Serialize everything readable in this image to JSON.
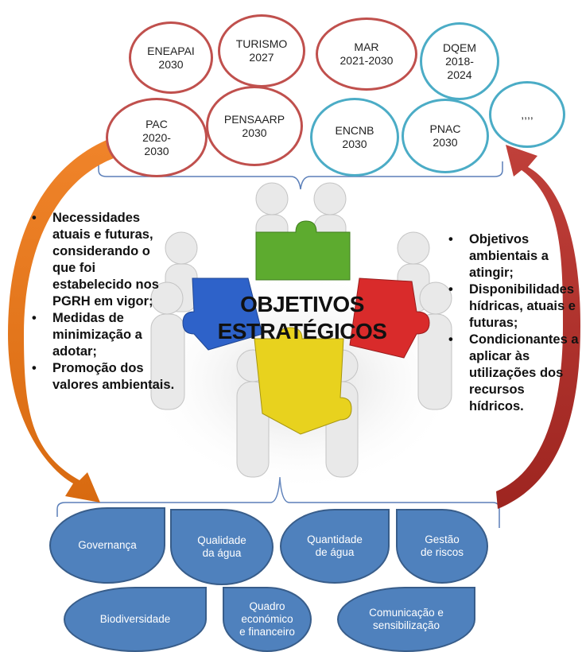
{
  "plans": {
    "eneapai": "ENEAPAI\n2030",
    "turismo": "TURISMO\n2027",
    "mar": "MAR\n2021-2030",
    "dqem": "DQEM\n2018-\n2024",
    "pac": "PAC\n2020-\n2030",
    "pensaarp": "PENSAARP\n2030",
    "encnb": "ENCNB\n2030",
    "pnac": "PNAC\n2030",
    "etc": ",,,,"
  },
  "left_bullets": [
    "Necessidades atuais e futuras, considerando o que foi estabelecido nos PGRH em vigor;",
    "Medidas de minimização a adotar;",
    "Promoção dos valores ambientais."
  ],
  "right_bullets": [
    "Objetivos ambientais a atingir;",
    "Disponibilidades hídricas, atuais e futuras;",
    "Condicionantes a aplicar às utilizações dos recursos hídricos."
  ],
  "center": {
    "line1": "OBJETIVOS",
    "line2": "ESTRATÉGICOS"
  },
  "areas": {
    "governanca": "Governança",
    "qualidade": "Qualidade\nda água",
    "quantidade": "Quantidade\nde água",
    "riscos": "Gestão\nde riscos",
    "biodiversidade": "Biodiversidade",
    "quadro": "Quadro\neconómico\ne financeiro",
    "comunicacao": "Comunicação e\nsensibilização"
  },
  "colors": {
    "plan_red": "#c0504d",
    "plan_teal": "#4bacc6",
    "arrow_orange": "#e36c0a",
    "arrow_red": "#b3322d",
    "area_blue": "#4f81bd",
    "puzzle_green": "#5dab2f",
    "puzzle_red": "#d92b2b",
    "puzzle_blue": "#2e62c9",
    "puzzle_yellow": "#e8d21e"
  }
}
